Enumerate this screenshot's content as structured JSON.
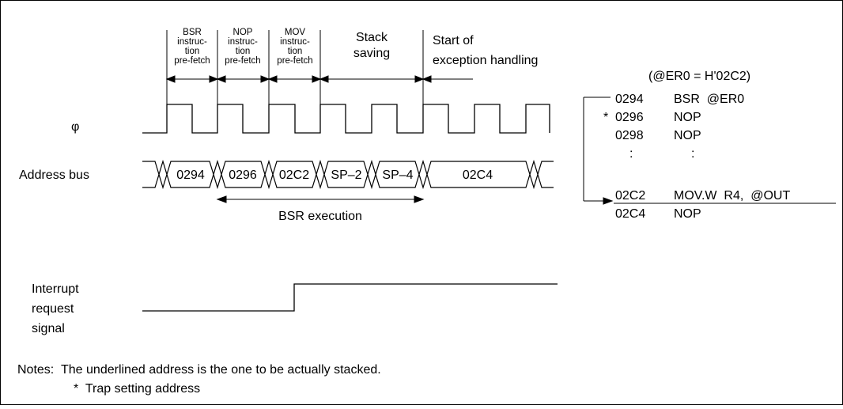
{
  "phases": {
    "bsr": [
      "BSR",
      "instruc-",
      "tion",
      "pre-fetch"
    ],
    "nop": [
      "NOP",
      "instruc-",
      "tion",
      "pre-fetch"
    ],
    "mov": [
      "MOV",
      "instruc-",
      "tion",
      "pre-fetch"
    ],
    "stack": [
      "Stack",
      "saving"
    ],
    "exception": [
      "Start of",
      "exception handling"
    ]
  },
  "equation": "(@ER0 = H'02C2)",
  "signals": {
    "clock": "φ",
    "address_bus": "Address bus",
    "interrupt": [
      "Interrupt",
      "request",
      "signal"
    ]
  },
  "bus_values": [
    "0294",
    "0296",
    "02C2",
    "SP–2",
    "SP–4",
    "02C4"
  ],
  "bsr_execution": "BSR execution",
  "code": {
    "rows": [
      {
        "marker": "",
        "addr": "0294",
        "instr": "BSR  @ER0"
      },
      {
        "marker": "*",
        "addr": "0296",
        "instr": "NOP"
      },
      {
        "marker": "",
        "addr": "0298",
        "instr": "NOP"
      },
      {
        "marker": "",
        "addr": ":",
        "instr": ":"
      },
      {
        "marker": "",
        "addr": "02C2",
        "instr": "MOV.W  R4,  @OUT"
      },
      {
        "marker": "",
        "addr": "02C4",
        "instr": "NOP"
      }
    ]
  },
  "notes": {
    "label": "Notes:",
    "line1": "The underlined address is the one to be actually stacked.",
    "line2": "*  Trap setting address"
  }
}
